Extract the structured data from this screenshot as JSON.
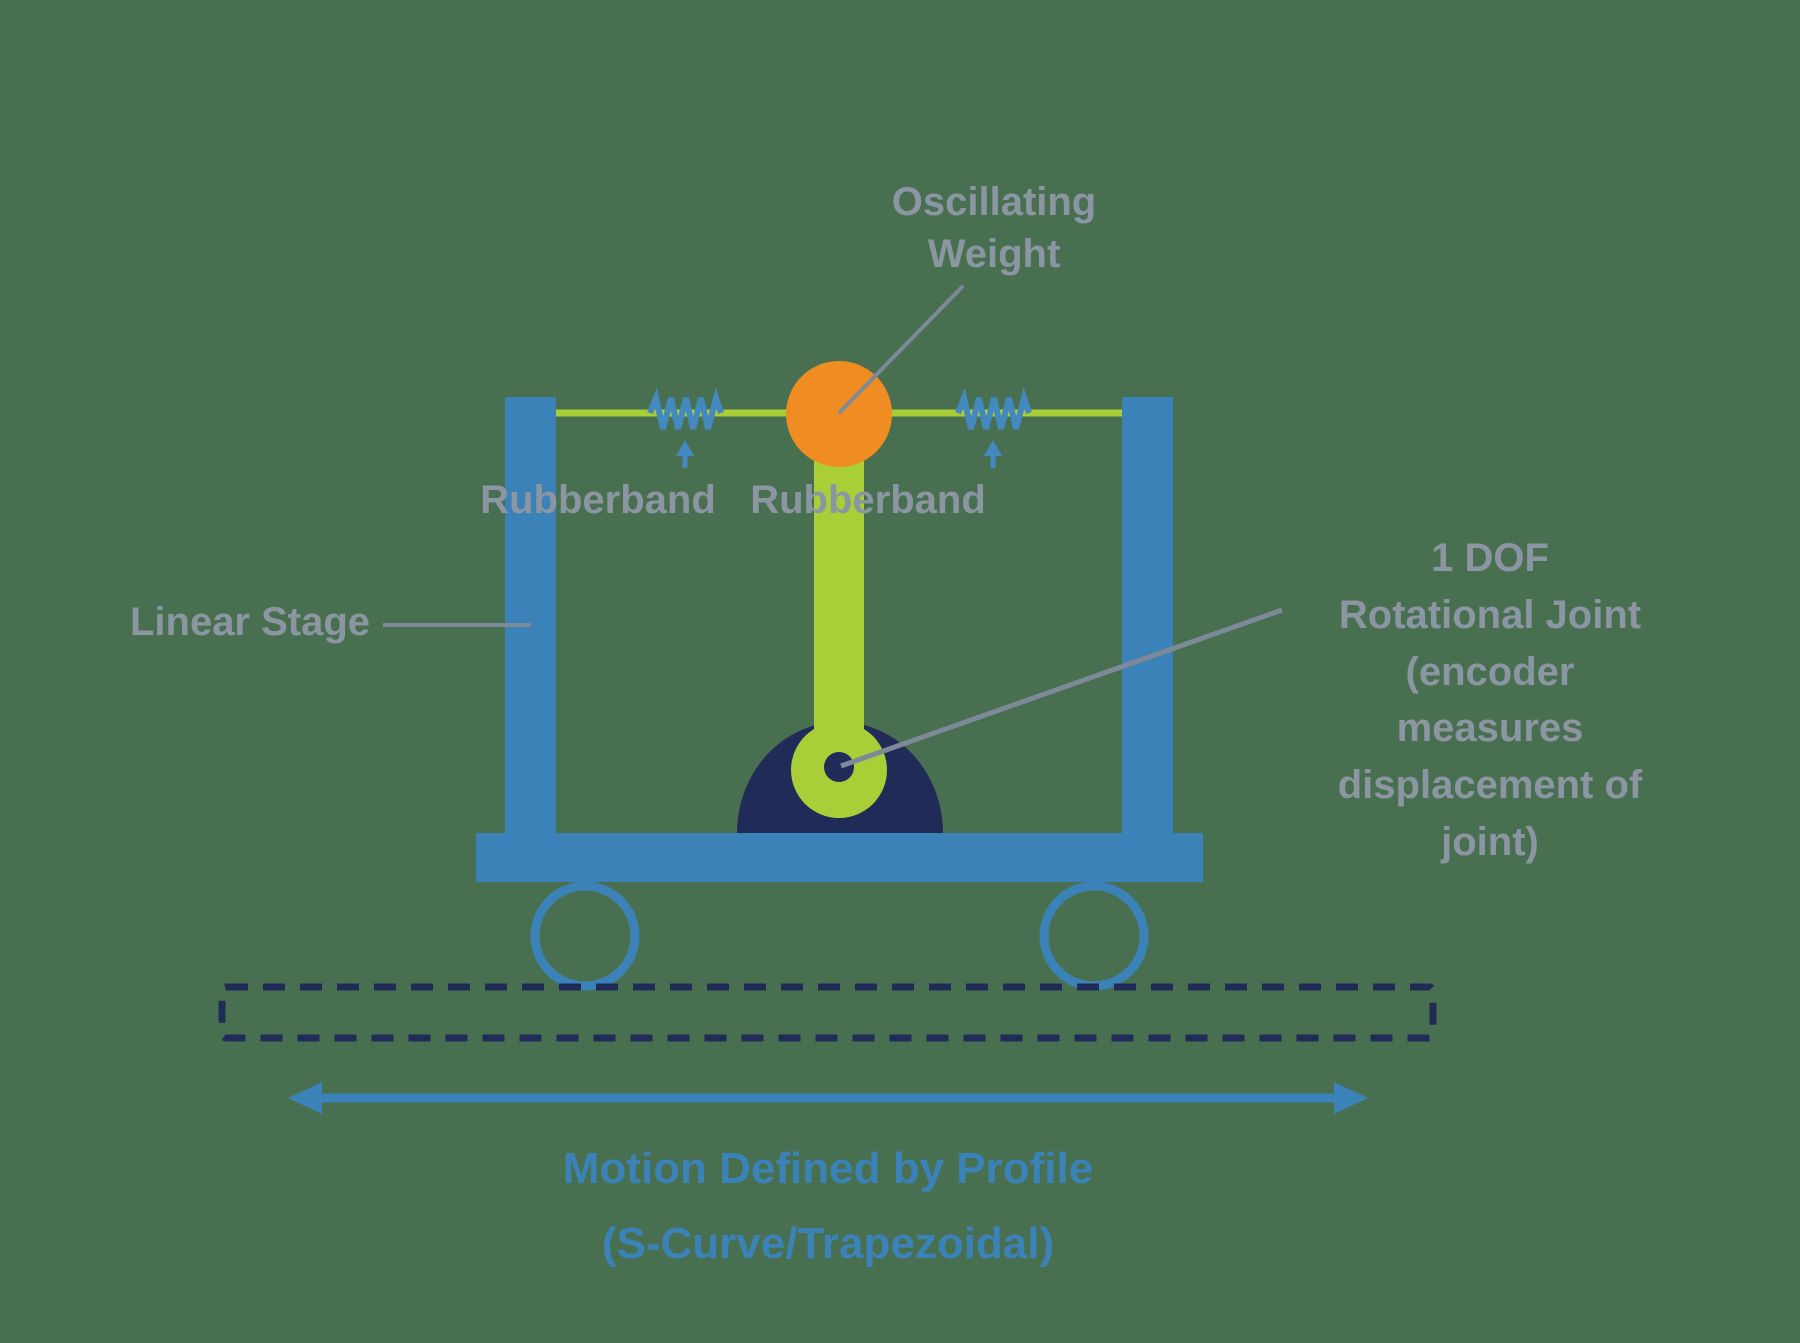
{
  "figure": {
    "description": "Schematic of an inverted-pendulum oscillating weight on a linear stage cart"
  },
  "labels": {
    "oscillating_weight": "Oscillating\nWeight",
    "rubberband_left": "Rubberband",
    "rubberband_right": "Rubberband",
    "linear_stage": "Linear Stage",
    "rotational_joint": "1 DOF Rotational Joint\n(encoder measures\ndisplacement of joint)",
    "motion_profile": "Motion Defined by Profile\n(S-Curve/Trapezoidal)"
  },
  "colors": {
    "background": "#487050",
    "blue": "#3B82B8",
    "navy": "#202B58",
    "lime": "#A9CE38",
    "orange": "#EF8D22",
    "label_gray": "#8C96A2",
    "pointer_gray": "#7D8999",
    "spring_blue": "#4389C0"
  }
}
